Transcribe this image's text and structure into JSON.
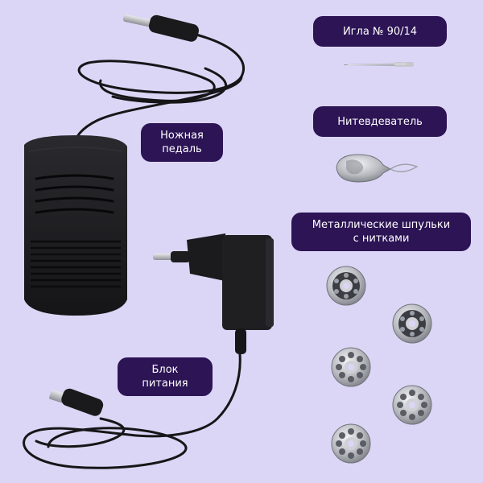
{
  "labels": {
    "needle": "Игла № 90/14",
    "threader": "Нитевдеватель",
    "bobbins_line1": "Металлические шпульки",
    "bobbins_line2": "с нитками",
    "pedal_line1": "Ножная",
    "pedal_line2": "педаль",
    "power_line1": "Блок",
    "power_line2": "питания"
  },
  "colors": {
    "background": "#dcd6f6",
    "label_bg": "#2c1455",
    "label_text": "#ffffff",
    "device_black": "#1c1c1e",
    "metal": "#b7b9bf"
  },
  "bobbin_count": 5
}
